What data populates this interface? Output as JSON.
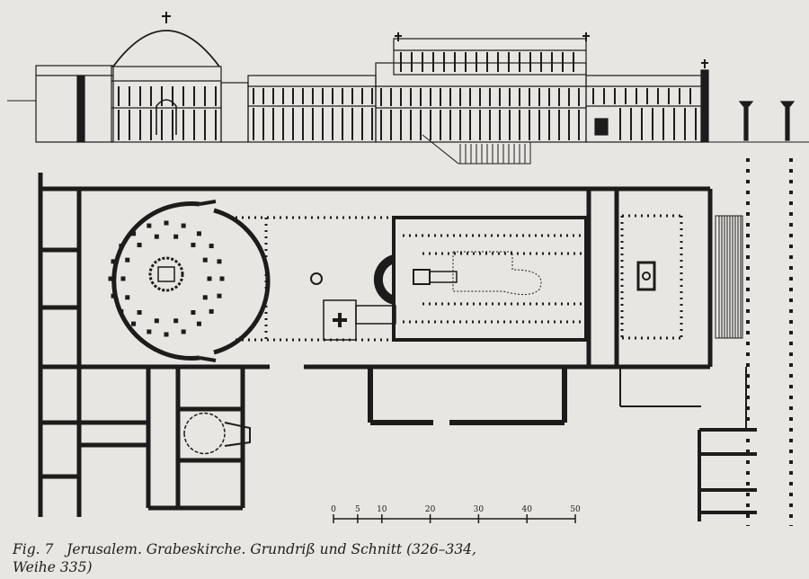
{
  "figure": {
    "number_label": "Fig. 7",
    "caption_text": "Jerusalem. Grabeskirche. Grundriß und Schnitt (326–334,",
    "caption_text_line2": "Weihe 335)"
  },
  "scale_bar": {
    "ticks": [
      "0",
      "5",
      "10",
      "20",
      "30",
      "40",
      "50"
    ],
    "tick_values": [
      0,
      5,
      10,
      20,
      30,
      40,
      50
    ]
  },
  "colors": {
    "ink": "#1c1c1c",
    "paper": "#e7e6e2"
  }
}
